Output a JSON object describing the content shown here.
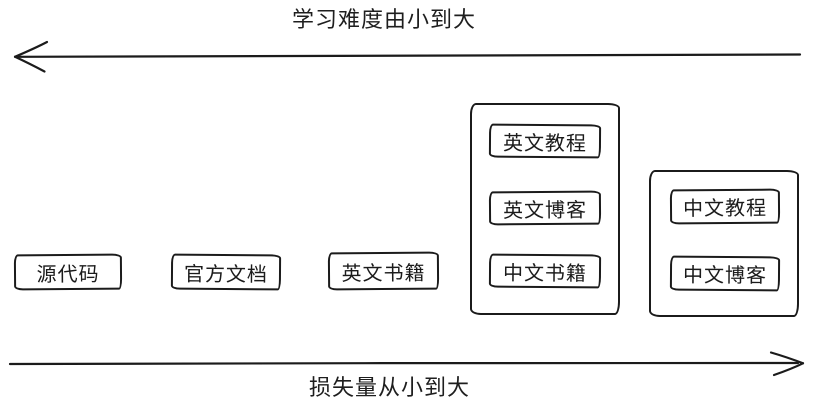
{
  "diagram": {
    "top_axis": {
      "label": "学习难度由小到大",
      "direction": "left"
    },
    "bottom_axis": {
      "label": "损失量从小到大",
      "direction": "right"
    },
    "boxes": [
      {
        "id": "source-code",
        "label": "源代码"
      },
      {
        "id": "official-docs",
        "label": "官方文档"
      },
      {
        "id": "english-books",
        "label": "英文书籍"
      }
    ],
    "groups": [
      {
        "id": "group-english-and-chinese-books",
        "items": [
          {
            "label": "英文教程"
          },
          {
            "label": "英文博客"
          },
          {
            "label": "中文书籍"
          }
        ]
      },
      {
        "id": "group-chinese",
        "items": [
          {
            "label": "中文教程"
          },
          {
            "label": "中文博客"
          }
        ]
      }
    ],
    "colors": {
      "stroke": "#1b1b1b",
      "background": "#ffffff"
    }
  }
}
